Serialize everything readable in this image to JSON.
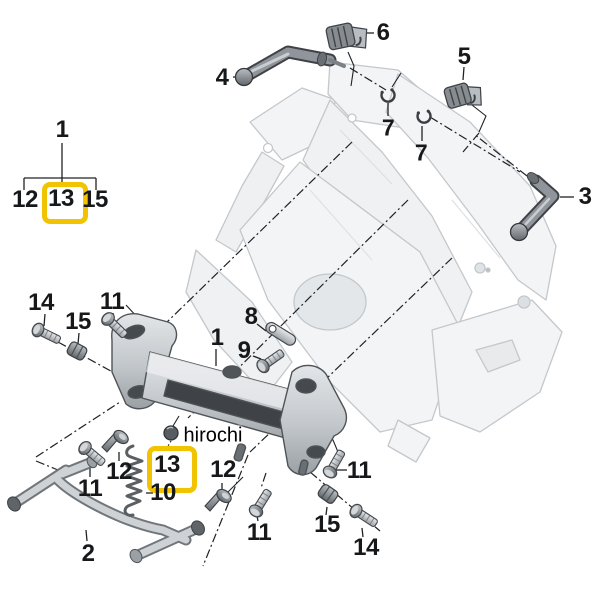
{
  "watermark": "hirochi",
  "colors": {
    "highlight_box": "#F2C300",
    "label_text": "#16181a",
    "frame_light": "#f3f4f6",
    "part_dark": "#585d62"
  },
  "legend": {
    "parent_label": "1",
    "child_left": "12",
    "child_middle": "13",
    "child_right": "15",
    "highlighted_child": "13"
  },
  "callouts": {
    "part1": "1",
    "part2": "2",
    "part3": "3",
    "part4": "4",
    "part5": "5",
    "part6": "6",
    "part7_left": "7",
    "part7_right": "7",
    "part8": "8",
    "part9": "9",
    "part10": "10",
    "part11_topleft": "11",
    "part11_bottomleft": "11",
    "part11_centerbottom": "11",
    "part11_right": "11",
    "part12_left": "12",
    "part12_center": "12",
    "part13_highlighted": "13",
    "part14_left": "14",
    "part14_right": "14",
    "part15_left": "15",
    "part15_right": "15"
  }
}
